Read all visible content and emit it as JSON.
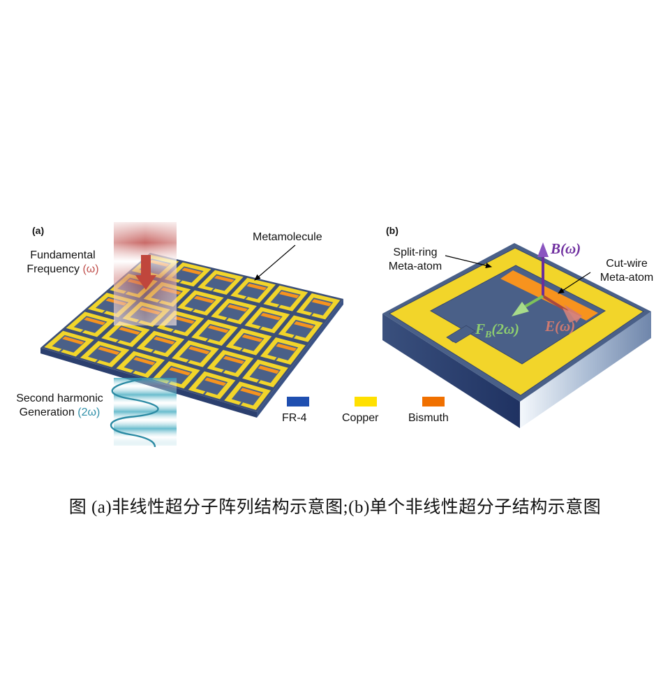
{
  "panel_a": {
    "tag": "(a)",
    "label_fundamental_line1": "Fundamental",
    "label_fundamental_line2": "Frequency ",
    "label_fundamental_symbol": "(ω)",
    "label_metamolecule": "Metamolecule",
    "label_shg_line1": "Second harmonic",
    "label_shg_line2": "Generation ",
    "label_shg_symbol": "(2ω)",
    "array_columns": 6,
    "array_rows": 5
  },
  "panel_b": {
    "tag": "(b)",
    "label_split_ring_line1": "Split-ring",
    "label_split_ring_line2": "Meta-atom",
    "label_cut_wire_line1": "Cut-wire",
    "label_cut_wire_line2": "Meta-atom",
    "vector_b": "B(ω)",
    "vector_e": "E(ω)",
    "vector_f_main": "F",
    "vector_f_sub": "B",
    "vector_f_arg": "(2ω)"
  },
  "legend": [
    {
      "label": "FR-4",
      "color": "#1f4fb0"
    },
    {
      "label": "Copper",
      "color": "#ffe000"
    },
    {
      "label": "Bismuth",
      "color": "#f07000"
    }
  ],
  "colors": {
    "substrate_top": "#4a6088",
    "substrate_side": "#2b3f6e",
    "copper": "#f2d52a",
    "bismuth": "#f7931e",
    "beam_red": "#c0504d",
    "beam_cyan": "#2aa0b8",
    "omega_red": "#c0504d",
    "omega_teal": "#2e8fa8",
    "vector_b": "#7030a0",
    "vector_e": "#c87070",
    "vector_f": "#8fcf6f"
  },
  "caption": "图  (a)非线性超分子阵列结构示意图;(b)单个非线性超分子结构示意图"
}
